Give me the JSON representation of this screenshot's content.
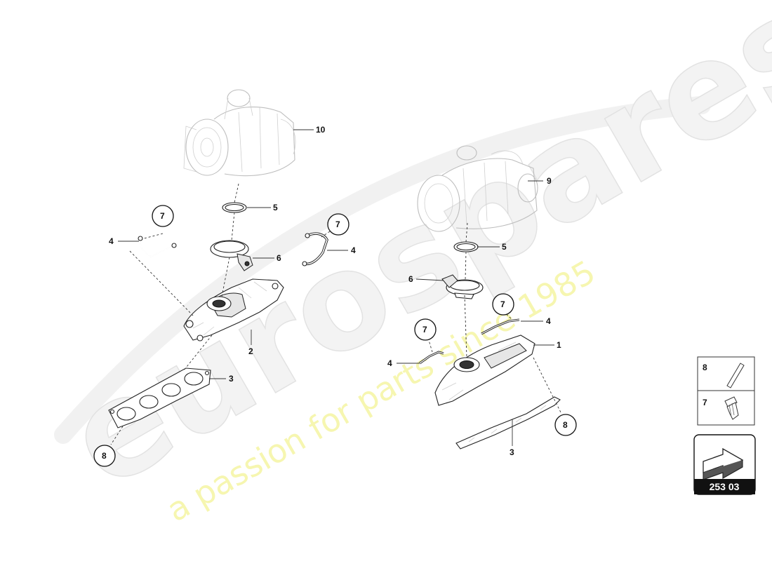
{
  "watermark": {
    "brand": "eurospares",
    "tagline": "a passion for parts since 1985"
  },
  "callouts": {
    "c_10": "10",
    "c_9": "9",
    "c_5_left": "5",
    "c_5_right": "5",
    "c_6_left": "6",
    "c_6_right": "6",
    "c_4_left_a": "4",
    "c_4_left_b": "4",
    "c_4_right_a": "4",
    "c_4_right_b": "4",
    "c_7_left_a": "7",
    "c_7_left_b": "7",
    "c_7_right_a": "7",
    "c_7_right_b": "7",
    "c_2": "2",
    "c_3_left": "3",
    "c_3_right": "3",
    "c_1": "1",
    "c_8_left": "8",
    "c_8_right": "8"
  },
  "legend": {
    "row_top": "8",
    "row_bottom": "7"
  },
  "reference": {
    "code": "253 03"
  }
}
